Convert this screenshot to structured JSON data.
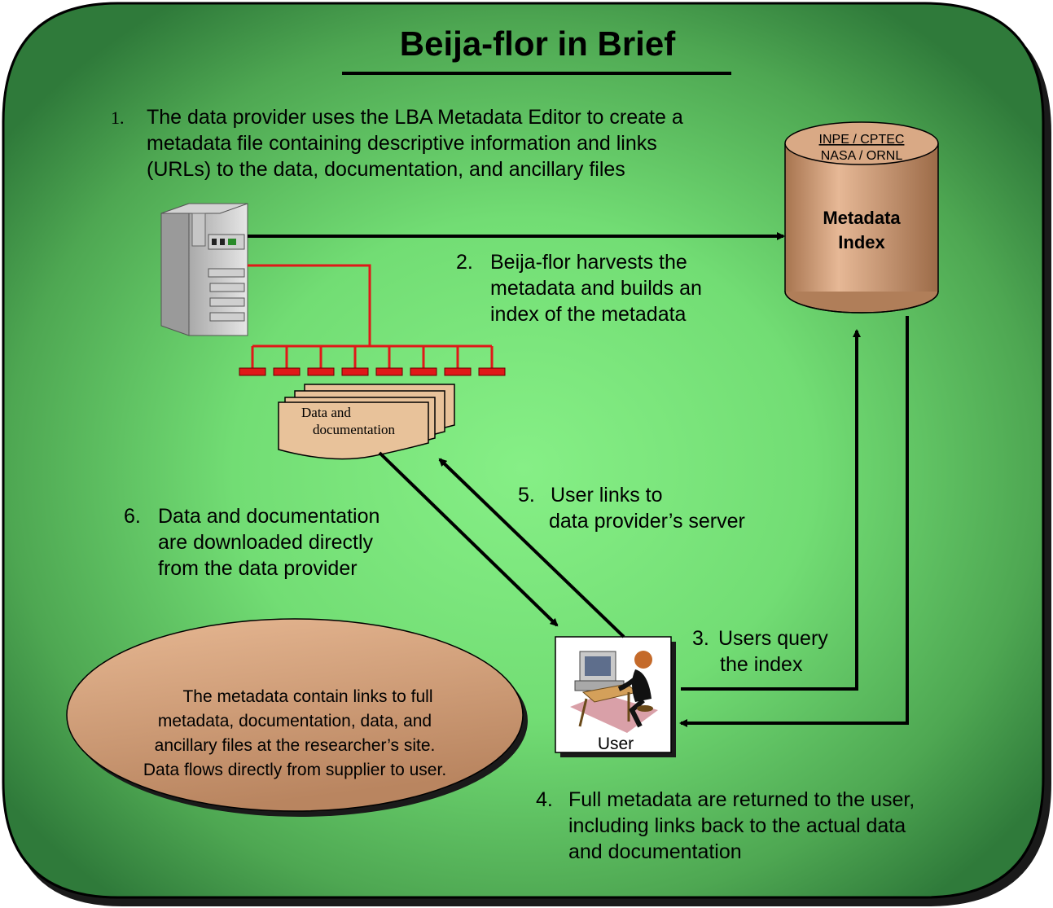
{
  "title": "Beija-flor in Brief",
  "steps": {
    "s1": {
      "num": "1.",
      "lines": [
        "The data provider uses the LBA Metadata Editor to create a",
        "metadata file containing descriptive information and links",
        "(URLs) to the data, documentation, and ancillary files"
      ]
    },
    "s2": {
      "num": "2.",
      "lines": [
        "Beija-flor harvests the",
        "metadata and builds an",
        "index of the metadata"
      ]
    },
    "s3": {
      "num": "3.",
      "lines": [
        "Users query",
        "the index"
      ]
    },
    "s4": {
      "num": "4.",
      "lines": [
        "Full metadata are returned to the user,",
        "including links back to the actual data",
        "and documentation"
      ]
    },
    "s5": {
      "num": "5.",
      "lines": [
        "User links to",
        "data provider’s server"
      ]
    },
    "s6": {
      "num": "6.",
      "lines": [
        "Data and documentation",
        "are downloaded directly",
        "from the data provider"
      ]
    }
  },
  "database": {
    "org1": "INPE / CPTEC",
    "org2": "NASA / ORNL",
    "label1": "Metadata",
    "label2": "Index"
  },
  "documents": {
    "line1": "Data and",
    "line2": "documentation"
  },
  "user": {
    "label": "User"
  },
  "note": {
    "lines": [
      "The metadata contain links to full",
      "metadata, documentation, data, and",
      "ancillary files at the researcher’s site.",
      "Data flows directly from supplier to user."
    ]
  },
  "colors": {
    "panel_edge": "#2f7a3a",
    "panel_center": "#84ee84",
    "cylinder": "#c99670",
    "ellipse": "#c99670",
    "network": "#e01818",
    "documents": "#e8c29a"
  },
  "icons": [
    "server-icon",
    "database-cylinder-icon",
    "documents-stack-icon",
    "user-at-computer-icon",
    "network-bus-icon"
  ]
}
